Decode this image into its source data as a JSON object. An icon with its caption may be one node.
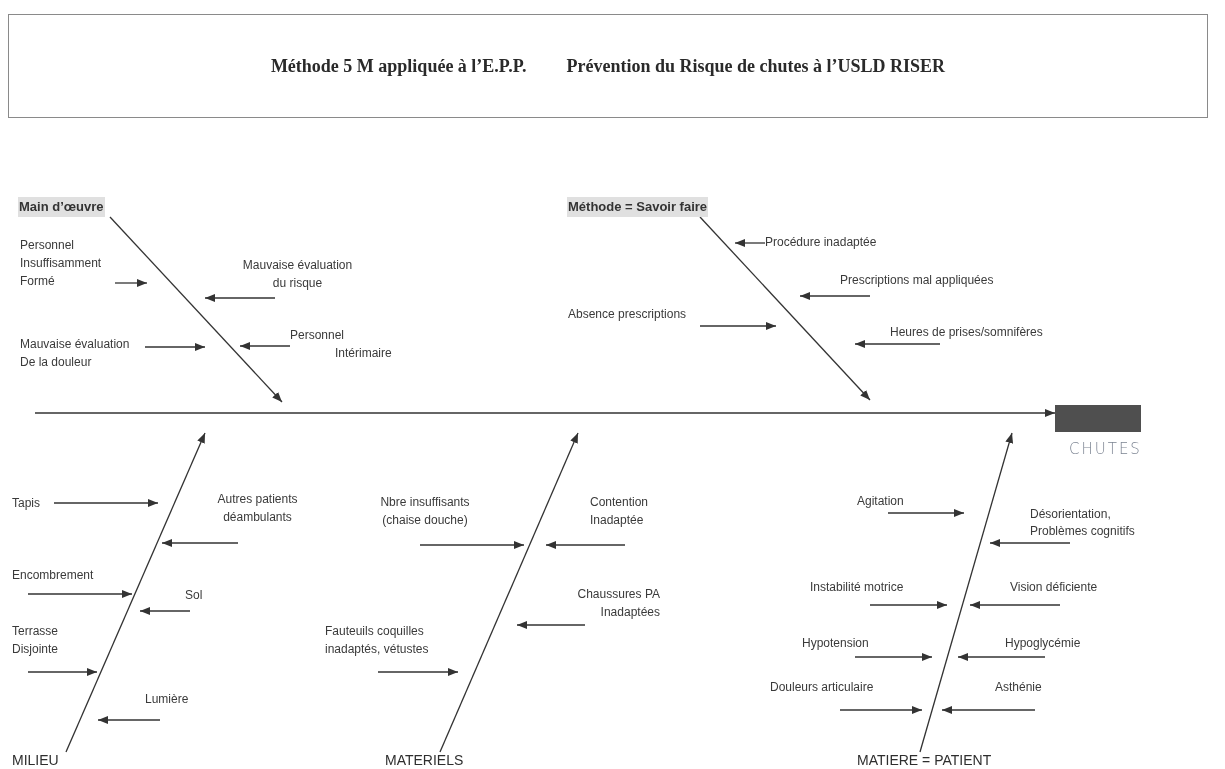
{
  "diagram": {
    "nodes": [
      {
        "text": [
          "Méthode 5 M appliquée à l’E.P.P.",
          "Prévention du Risque de chutes à l’USLD RISER"
        ]
      },
      {
        "text": [
          "Main d’œuvre"
        ]
      },
      {
        "text": [
          "Personnel Insuffisamment Formé"
        ]
      },
      {
        "text": [
          "Mauvaise évaluation du risque"
        ]
      },
      {
        "text": [
          "Mauvaise évaluation De la douleur"
        ]
      },
      {
        "text": [
          "Personnel Intérimaire"
        ]
      },
      {
        "text": [
          "Méthode = Savoir faire"
        ]
      },
      {
        "text": [
          "Procédure inadaptée"
        ]
      },
      {
        "text": [
          "Prescriptions mal appliquées"
        ]
      },
      {
        "text": [
          "Absence prescriptions"
        ]
      },
      {
        "text": [
          "Heures de prises/somnifères"
        ]
      },
      {
        "text": [
          "CHUTES"
        ]
      },
      {
        "text": [
          "Tapis"
        ]
      },
      {
        "text": [
          "Autres patients déambulants"
        ]
      },
      {
        "text": [
          "Encombrement"
        ]
      },
      {
        "text": [
          "Sol"
        ]
      },
      {
        "text": [
          "Terrasse Disjointe"
        ]
      },
      {
        "text": [
          "Lumière"
        ]
      },
      {
        "text": [
          "Nbre insuffisants (chaise douche)"
        ]
      },
      {
        "text": [
          "Contention Inadaptée"
        ]
      },
      {
        "text": [
          "Chaussures PA Inadaptées"
        ]
      },
      {
        "text": [
          "Fauteuils coquilles inadaptés, vétustes"
        ]
      },
      {
        "text": [
          "Agitation"
        ]
      },
      {
        "text": [
          "Désorientation, Problèmes cognitifs"
        ]
      },
      {
        "text": [
          "Instabilité motrice"
        ]
      },
      {
        "text": [
          "Vision déficiente"
        ]
      },
      {
        "text": [
          "Hypotension"
        ]
      },
      {
        "text": [
          "Hypoglycémie"
        ]
      },
      {
        "text": [
          "Douleurs articulaire"
        ]
      },
      {
        "text": [
          "Asthénie"
        ]
      },
      {
        "text": [
          "MILIEU"
        ]
      },
      {
        "text": [
          "MATERIELS"
        ]
      },
      {
        "text": [
          "MATIERE = PATIENT"
        ]
      }
    ],
    "edges": [
      {
        "from": null,
        "to": 11,
        "arrow": "to"
      },
      {
        "from": 1,
        "to": null,
        "arrow": "to"
      },
      {
        "from": 2,
        "to": null,
        "arrow": "to"
      },
      {
        "from": 3,
        "to": null,
        "arrow": "to"
      },
      {
        "from": 4,
        "to": null,
        "arrow": "to"
      },
      {
        "from": 5,
        "to": null,
        "arrow": "to"
      },
      {
        "from": 6,
        "to": null,
        "arrow": "to"
      },
      {
        "from": 7,
        "to": null,
        "arrow": "to"
      },
      {
        "from": 8,
        "to": null,
        "arrow": "to"
      },
      {
        "from": 9,
        "to": null,
        "arrow": "to"
      },
      {
        "from": 10,
        "to": null,
        "arrow": "to"
      },
      {
        "from": 30,
        "to": null,
        "arrow": "to"
      },
      {
        "from": 12,
        "to": null,
        "arrow": "to"
      },
      {
        "from": 13,
        "to": null,
        "arrow": "to"
      },
      {
        "from": 14,
        "to": null,
        "arrow": "to"
      },
      {
        "from": 15,
        "to": null,
        "arrow": "to"
      },
      {
        "from": 16,
        "to": null,
        "arrow": "to"
      },
      {
        "from": 17,
        "to": null,
        "arrow": "to"
      },
      {
        "from": 31,
        "to": null,
        "arrow": "to"
      },
      {
        "from": 18,
        "to": null,
        "arrow": "to"
      },
      {
        "from": 19,
        "to": null,
        "arrow": "to"
      },
      {
        "from": 20,
        "to": null,
        "arrow": "to"
      },
      {
        "from": 21,
        "to": null,
        "arrow": "to"
      },
      {
        "from": 32,
        "to": null,
        "arrow": "to"
      },
      {
        "from": 22,
        "to": null,
        "arrow": "to"
      },
      {
        "from": 23,
        "to": null,
        "arrow": "to"
      },
      {
        "from": 24,
        "to": null,
        "arrow": "to"
      },
      {
        "from": 25,
        "to": null,
        "arrow": "to"
      },
      {
        "from": 26,
        "to": null,
        "arrow": "to"
      },
      {
        "from": 27,
        "to": null,
        "arrow": "to"
      },
      {
        "from": 28,
        "to": null,
        "arrow": "to"
      },
      {
        "from": 29,
        "to": null,
        "arrow": "to"
      }
    ]
  }
}
